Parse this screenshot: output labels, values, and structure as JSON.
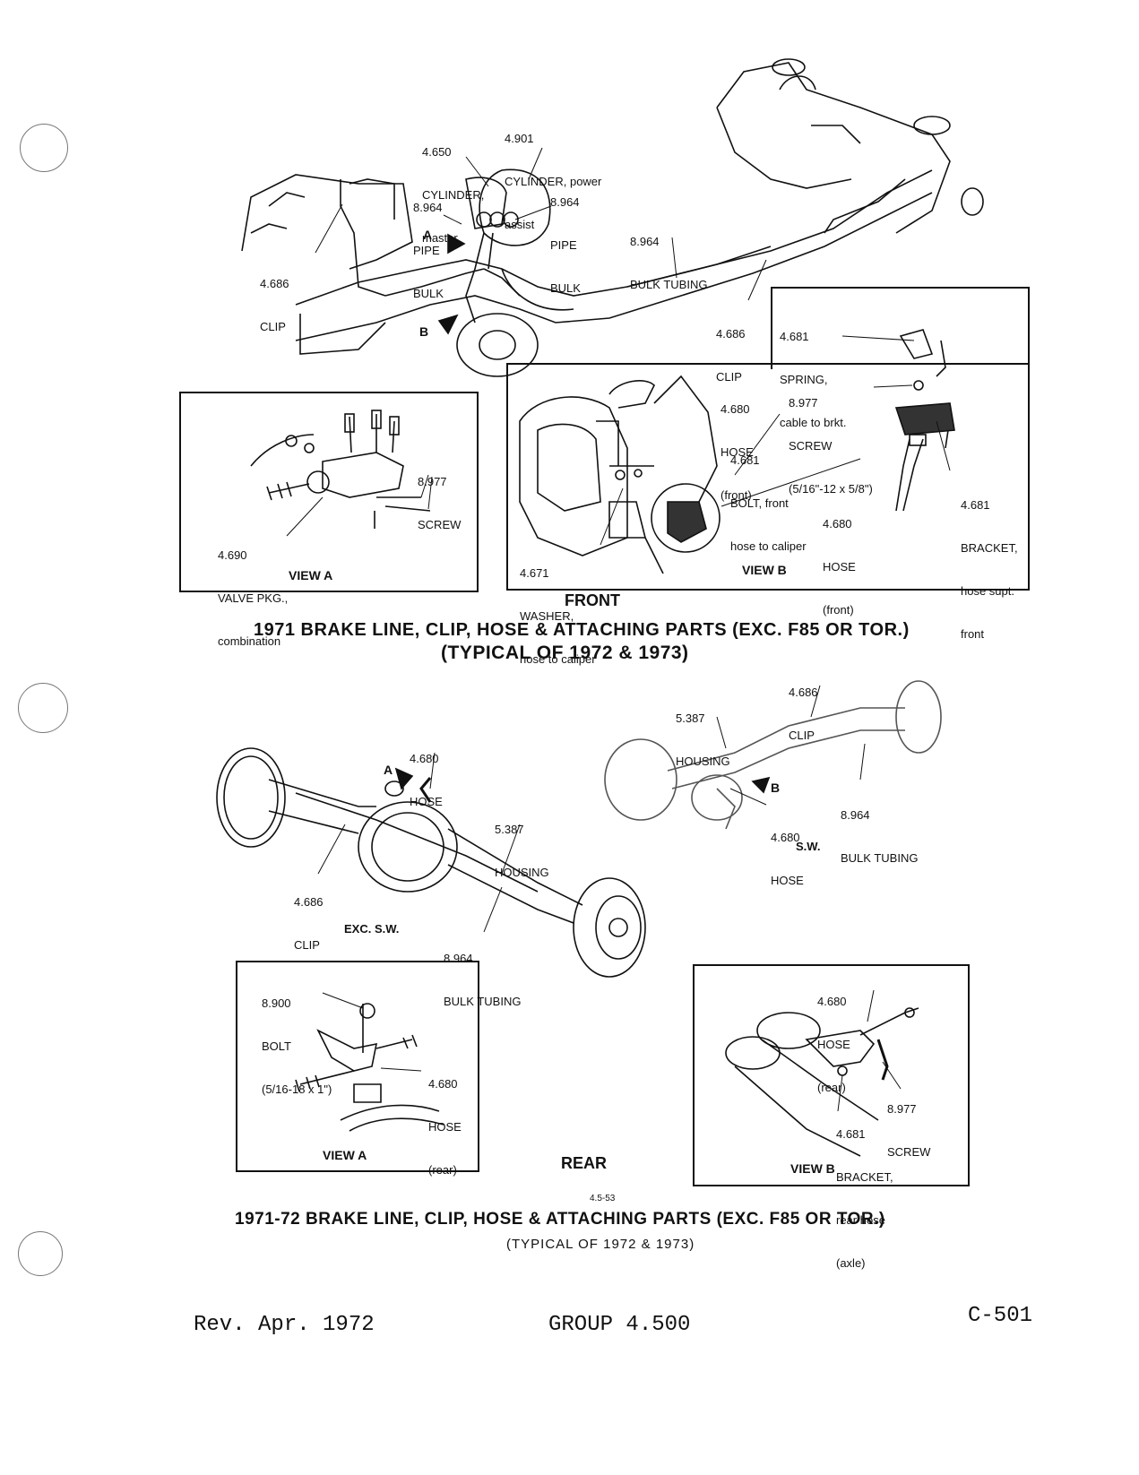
{
  "front": {
    "labels": {
      "cylinder_master": [
        "4.650",
        "CYLINDER,",
        "master"
      ],
      "cylinder_power": [
        "4.901",
        "CYLINDER, power",
        "assist"
      ],
      "pipe_bulk_left": [
        "8.964",
        "PIPE",
        "BULK"
      ],
      "pipe_bulk_right": [
        "8.964",
        "PIPE",
        "BULK"
      ],
      "bulk_tubing": [
        "8.964",
        "BULK TUBING"
      ],
      "clip_left": [
        "4.686",
        "CLIP"
      ],
      "clip_right": [
        "4.686",
        "CLIP"
      ],
      "arrow_a": "A",
      "arrow_b": "B"
    },
    "view_a": {
      "title": "VIEW A",
      "screw": [
        "8.977",
        "SCREW"
      ],
      "valve": [
        "4.690",
        "VALVE PKG.,",
        "combination"
      ]
    },
    "view_b": {
      "title": "VIEW B",
      "spring": [
        "4.681",
        "SPRING,",
        "cable to brkt."
      ],
      "hose_front_top": [
        "4.680",
        "HOSE",
        "(front)"
      ],
      "screw": [
        "8.977",
        "SCREW",
        "(5/16\"-12 x 5/8\")"
      ],
      "bolt": [
        "4.681",
        "BOLT, front",
        "hose to caliper"
      ],
      "bracket": [
        "4.681",
        "BRACKET,",
        "hose supt.",
        "front"
      ],
      "hose_front_bottom": [
        "4.680",
        "HOSE",
        "(front)"
      ],
      "washer": [
        "4.671",
        "WASHER,",
        "hose to caliper"
      ]
    },
    "section_label": "FRONT",
    "title_line1": "1971 BRAKE LINE, CLIP, HOSE & ATTACHING PARTS (EXC. F85 OR TOR.)",
    "title_line2": "(TYPICAL OF 1972 & 1973)"
  },
  "rear": {
    "labels": {
      "clip_top": [
        "4.686",
        "CLIP"
      ],
      "housing_top": [
        "5.387",
        "HOUSING"
      ],
      "hose_left": [
        "4.680",
        "HOSE"
      ],
      "housing_mid": [
        "5.387",
        "HOUSING"
      ],
      "clip_left": [
        "4.686",
        "CLIP"
      ],
      "bulk_tubing_right": [
        "8.964",
        "BULK TUBING"
      ],
      "hose_sw": [
        "4.680",
        "HOSE"
      ],
      "sw": "S.W.",
      "exc_sw": "EXC. S.W.",
      "bulk_tubing_bottom": [
        "8.964",
        "BULK TUBING"
      ],
      "arrow_a": "A",
      "arrow_b": "B"
    },
    "view_a": {
      "title": "VIEW A",
      "bolt": [
        "8.900",
        "BOLT",
        "(5/16-18 x 1\")"
      ],
      "hose": [
        "4.680",
        "HOSE",
        "(rear)"
      ]
    },
    "view_b": {
      "title": "VIEW B",
      "hose": [
        "4.680",
        "HOSE",
        "(rear)"
      ],
      "screw": [
        "8.977",
        "SCREW"
      ],
      "bracket": [
        "4.681",
        "BRACKET,",
        "rear hose",
        "(axle)"
      ]
    },
    "section_label": "REAR",
    "figure_number": "4.5-53",
    "title_line1": "1971-72 BRAKE LINE, CLIP, HOSE & ATTACHING PARTS (EXC. F85 OR TOR.)",
    "title_line2": "(TYPICAL OF 1972 & 1973)"
  },
  "footer": {
    "revision": "Rev. Apr. 1972",
    "group": "GROUP 4.500",
    "page": "C-501"
  }
}
